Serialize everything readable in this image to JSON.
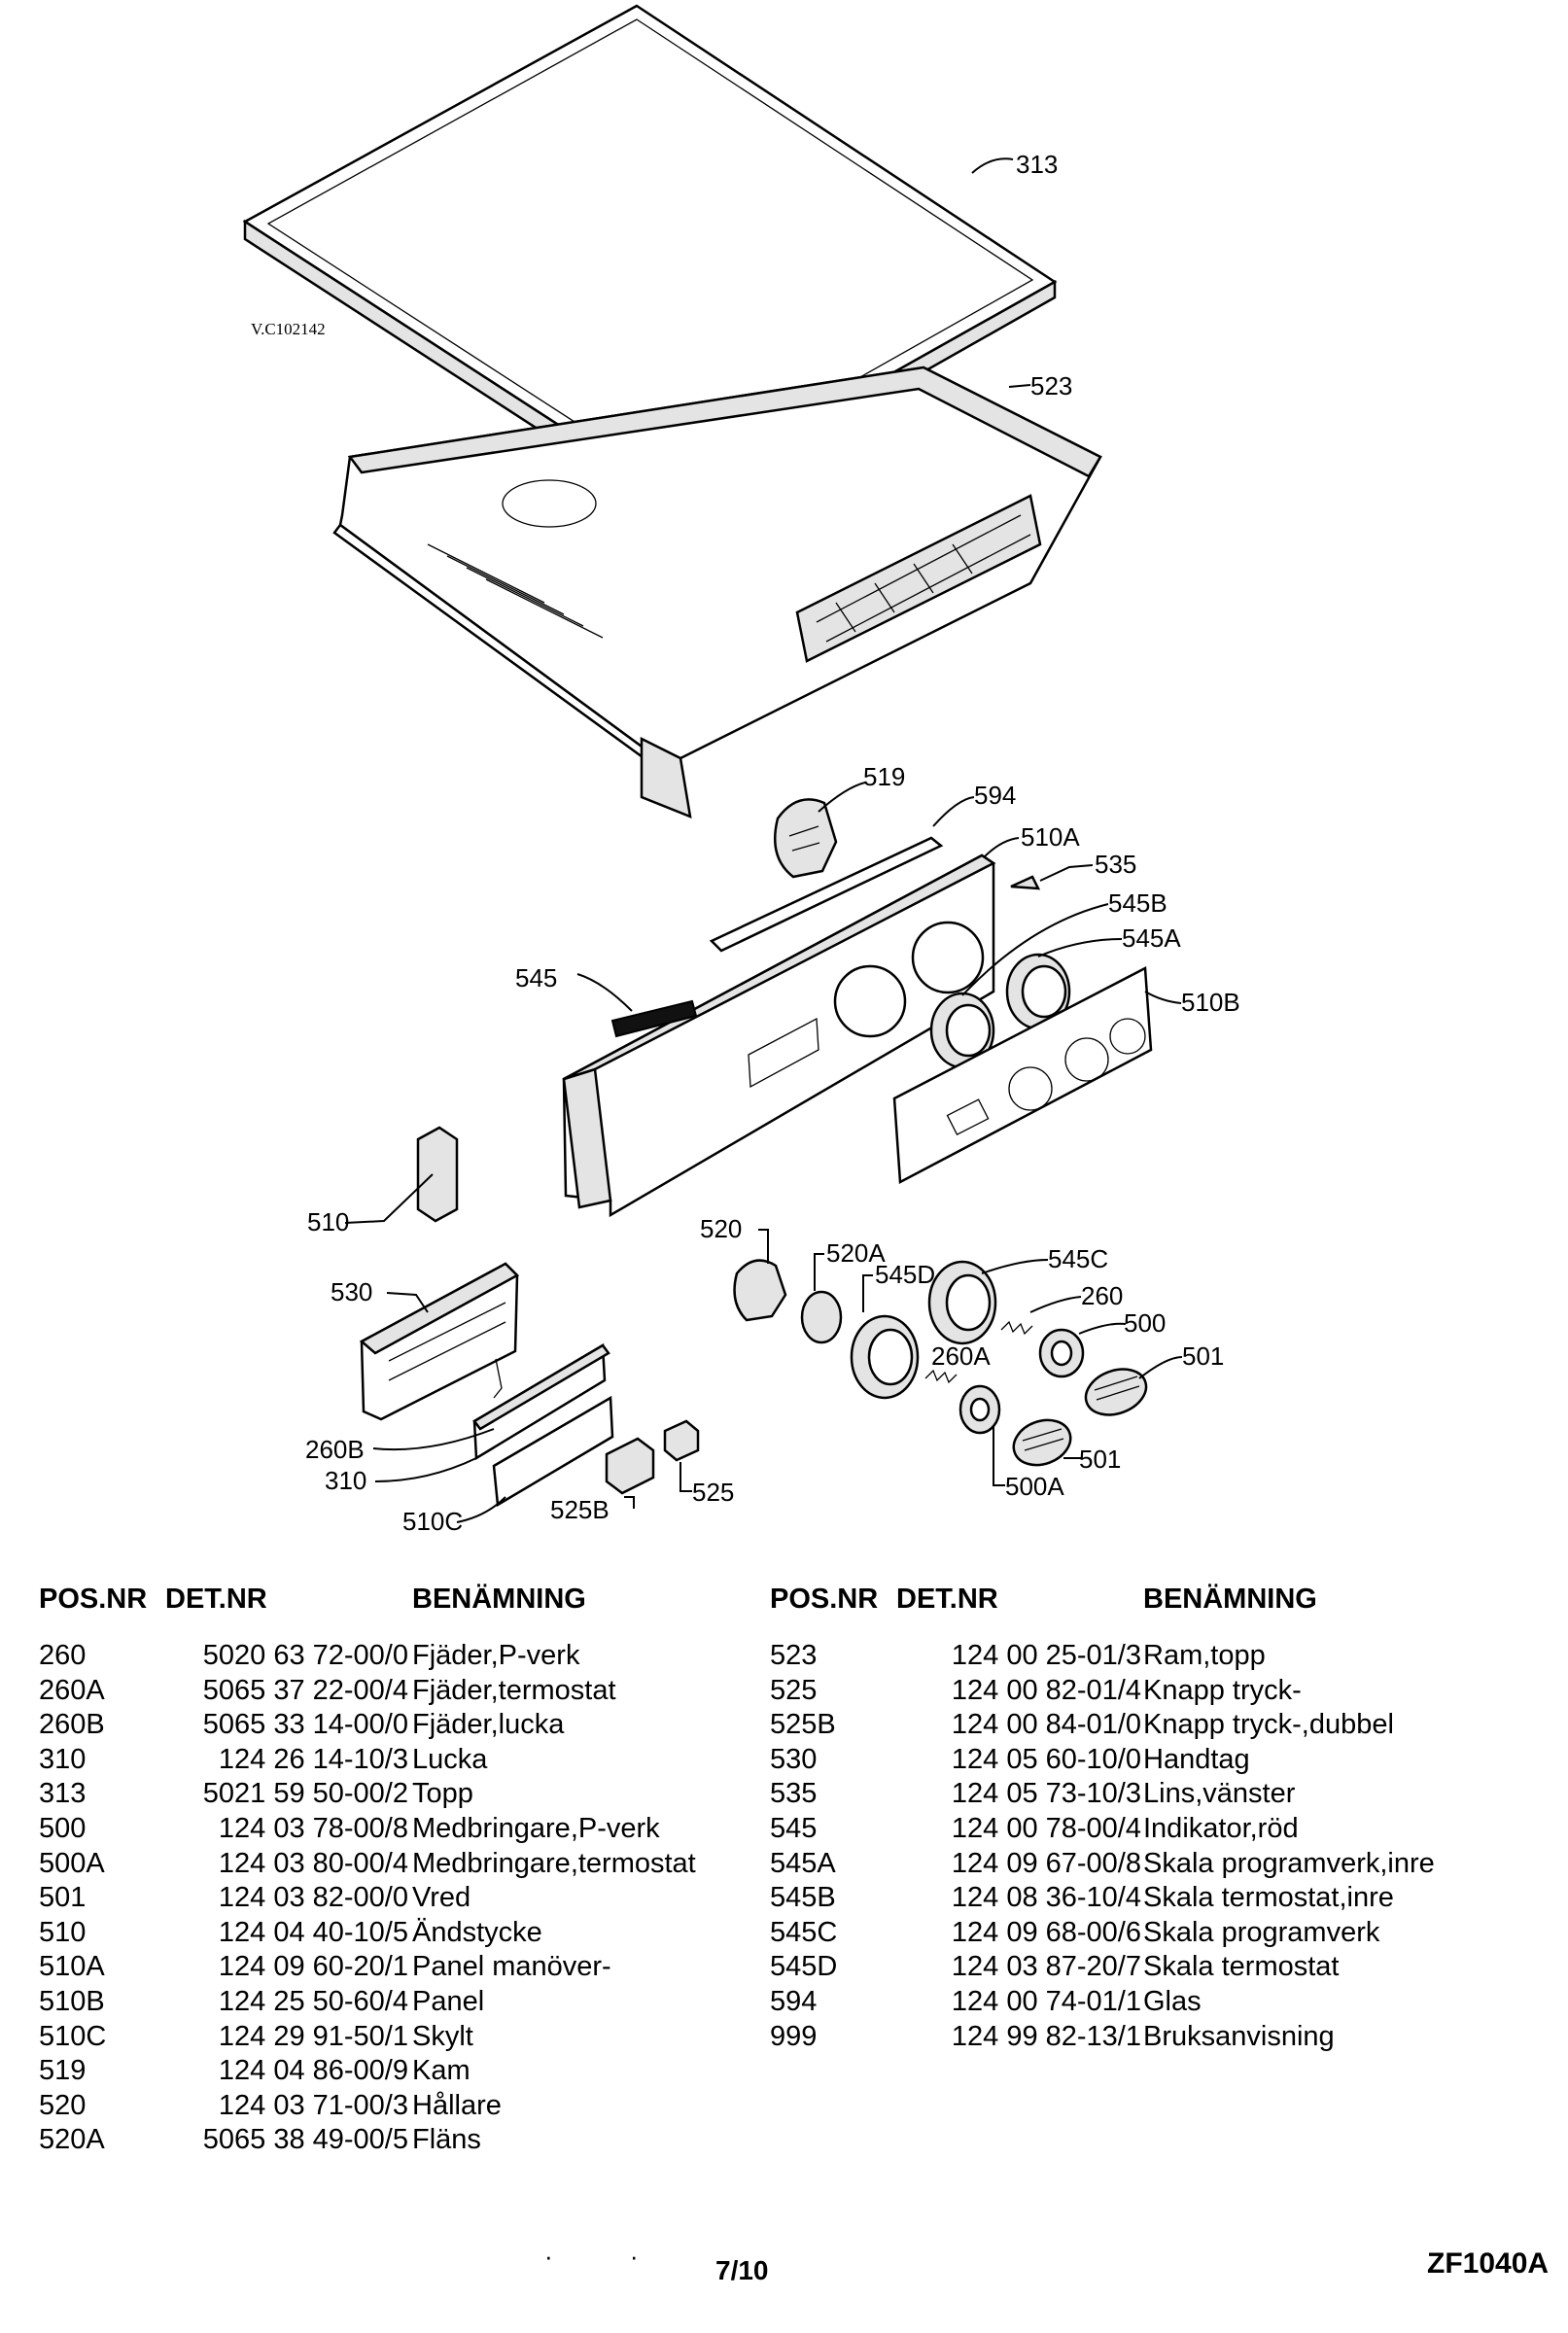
{
  "diagram": {
    "watermark": "V.C102142",
    "callouts": [
      {
        "id": "313",
        "text": "313"
      },
      {
        "id": "523",
        "text": "523"
      },
      {
        "id": "519",
        "text": "519"
      },
      {
        "id": "594",
        "text": "594"
      },
      {
        "id": "510A",
        "text": "510A"
      },
      {
        "id": "535",
        "text": "535"
      },
      {
        "id": "545B",
        "text": "545B"
      },
      {
        "id": "545A",
        "text": "545A"
      },
      {
        "id": "510B",
        "text": "510B"
      },
      {
        "id": "545",
        "text": "545"
      },
      {
        "id": "510",
        "text": "510"
      },
      {
        "id": "520",
        "text": "520"
      },
      {
        "id": "520A",
        "text": "520A"
      },
      {
        "id": "545D",
        "text": "545D"
      },
      {
        "id": "545C",
        "text": "545C"
      },
      {
        "id": "260",
        "text": "260"
      },
      {
        "id": "500",
        "text": "500"
      },
      {
        "id": "501a",
        "text": "501"
      },
      {
        "id": "260A",
        "text": "260A"
      },
      {
        "id": "501b",
        "text": "501"
      },
      {
        "id": "500A",
        "text": "500A"
      },
      {
        "id": "530",
        "text": "530"
      },
      {
        "id": "260B",
        "text": "260B"
      },
      {
        "id": "310",
        "text": "310"
      },
      {
        "id": "510C",
        "text": "510C"
      },
      {
        "id": "525B",
        "text": "525B"
      },
      {
        "id": "525",
        "text": "525"
      }
    ]
  },
  "table": {
    "headers": {
      "pos": "POS.NR",
      "det": "DET.NR",
      "name": "BENÄMNING"
    },
    "left": [
      {
        "pos": "260",
        "det": "5020 63 72-00/0",
        "name": "Fjäder,P-verk"
      },
      {
        "pos": "260A",
        "det": "5065 37 22-00/4",
        "name": "Fjäder,termostat"
      },
      {
        "pos": "260B",
        "det": "5065 33 14-00/0",
        "name": "Fjäder,lucka"
      },
      {
        "pos": "310",
        "det": "124 26 14-10/3",
        "name": "Lucka"
      },
      {
        "pos": "313",
        "det": "5021 59 50-00/2",
        "name": "Topp"
      },
      {
        "pos": "500",
        "det": "124 03 78-00/8",
        "name": "Medbringare,P-verk"
      },
      {
        "pos": "500A",
        "det": "124 03 80-00/4",
        "name": "Medbringare,termostat"
      },
      {
        "pos": "501",
        "det": "124 03 82-00/0",
        "name": "Vred"
      },
      {
        "pos": "510",
        "det": "124 04 40-10/5",
        "name": "Ändstycke"
      },
      {
        "pos": "510A",
        "det": "124 09 60-20/1",
        "name": "Panel manöver-"
      },
      {
        "pos": "510B",
        "det": "124 25 50-60/4",
        "name": "Panel"
      },
      {
        "pos": "510C",
        "det": "124 29 91-50/1",
        "name": "Skylt"
      },
      {
        "pos": "519",
        "det": "124 04 86-00/9",
        "name": "Kam"
      },
      {
        "pos": "520",
        "det": "124 03 71-00/3",
        "name": "Hållare"
      },
      {
        "pos": "520A",
        "det": "5065 38 49-00/5",
        "name": "Fläns"
      }
    ],
    "right": [
      {
        "pos": "523",
        "det": "124 00 25-01/3",
        "name": "Ram,topp"
      },
      {
        "pos": "525",
        "det": "124 00 82-01/4",
        "name": "Knapp tryck-"
      },
      {
        "pos": "525B",
        "det": "124 00 84-01/0",
        "name": "Knapp tryck-,dubbel"
      },
      {
        "pos": "530",
        "det": "124 05 60-10/0",
        "name": "Handtag"
      },
      {
        "pos": "535",
        "det": "124 05 73-10/3",
        "name": "Lins,vänster"
      },
      {
        "pos": "545",
        "det": "124 00 78-00/4",
        "name": "Indikator,röd"
      },
      {
        "pos": "545A",
        "det": "124 09 67-00/8",
        "name": "Skala programverk,inre"
      },
      {
        "pos": "545B",
        "det": "124 08 36-10/4",
        "name": "Skala termostat,inre"
      },
      {
        "pos": "545C",
        "det": "124 09 68-00/6",
        "name": "Skala programverk"
      },
      {
        "pos": "545D",
        "det": "124 03 87-20/7",
        "name": "Skala termostat"
      },
      {
        "pos": "594",
        "det": "124 00 74-01/1",
        "name": "Glas"
      },
      {
        "pos": "999",
        "det": "124 99 82-13/1",
        "name": "Bruksanvisning"
      }
    ]
  },
  "footer": {
    "page": "7/10",
    "code": "ZF1040A"
  }
}
